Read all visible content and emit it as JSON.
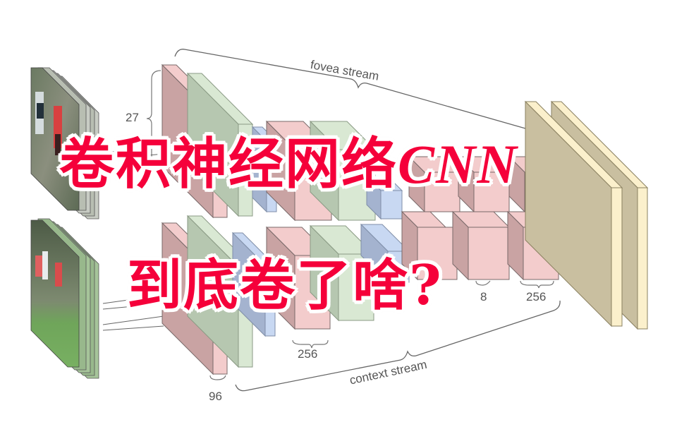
{
  "diagram": {
    "labels": {
      "fovea_stream": "fovea stream",
      "context_stream": "context stream",
      "dim_27": "27",
      "dim_96": "96",
      "dim_256_a": "256",
      "dim_384_partial": "8",
      "dim_256_b": "256"
    },
    "colors": {
      "conv_pink_face": "#f3cccc",
      "conv_pink_side": "#c9a3a3",
      "norm_green_face": "#d9e8d3",
      "norm_green_side": "#b6c7b0",
      "pool_blue_face": "#c8d8f2",
      "pool_blue_side": "#a4b3cf",
      "fc_tan_face": "#c9bfa0",
      "fc_cream_edge": "#fbf0cc",
      "grass": "#6fa55a"
    },
    "inputs": [
      {
        "name": "fovea-input-frames"
      },
      {
        "name": "context-input-frames"
      }
    ]
  },
  "overlay": {
    "line1_cn": "卷积神经网络",
    "line1_en": "CNN",
    "line2": "到底卷了啥?",
    "color": "#f5003a"
  }
}
